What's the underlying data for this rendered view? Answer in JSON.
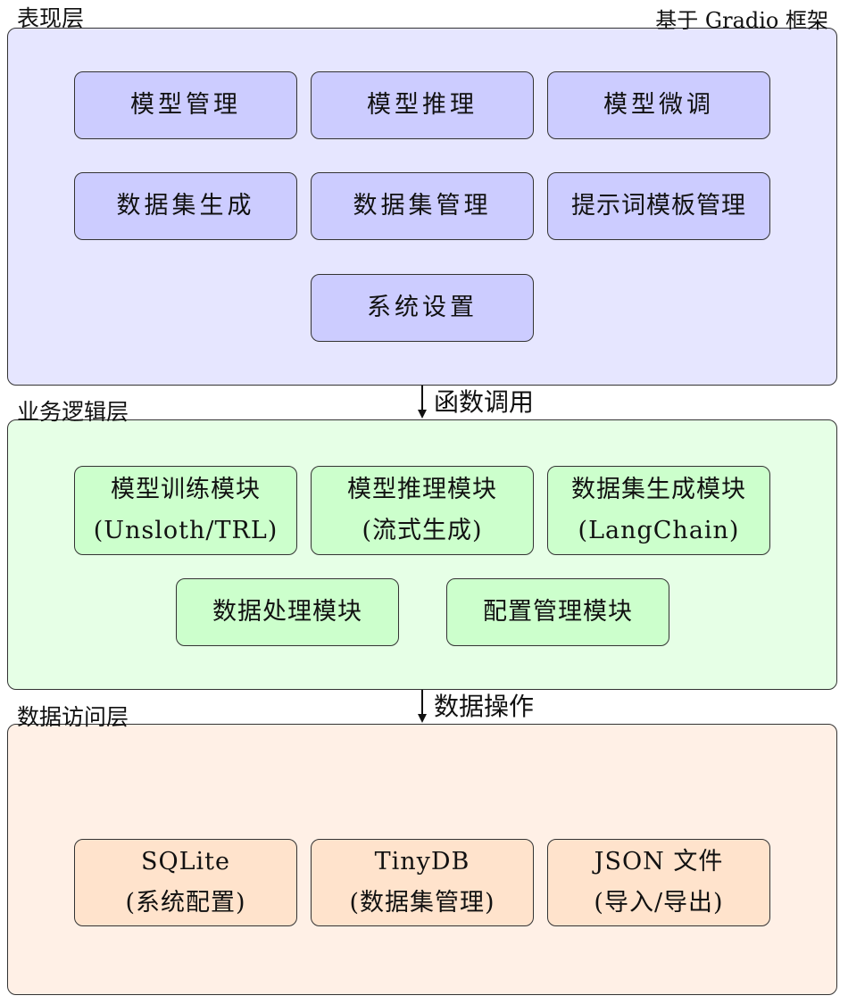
{
  "presentation_layer": {
    "title": "表现层",
    "framework_note": "基于 Gradio 框架",
    "modules": [
      "模型管理",
      "模型推理",
      "模型微调",
      "数据集生成",
      "数据集管理",
      "提示词模板管理",
      "系统设置"
    ],
    "fill_color": "#e6e6ff",
    "box_color": "#ccccff"
  },
  "arrow_1": {
    "label": "函数调用"
  },
  "business_layer": {
    "title": "业务逻辑层",
    "modules": [
      {
        "name": "模型训练模块",
        "detail": "(Unsloth/TRL)"
      },
      {
        "name": "模型推理模块",
        "detail": "(流式生成)"
      },
      {
        "name": "数据集生成模块",
        "detail": "(LangChain)"
      },
      {
        "name": "数据处理模块"
      },
      {
        "name": "配置管理模块"
      }
    ],
    "fill_color": "#e6ffe6",
    "box_color": "#ccffcc"
  },
  "arrow_2": {
    "label": "数据操作"
  },
  "data_layer": {
    "title": "数据访问层",
    "stores": [
      {
        "name": "SQLite",
        "detail": "(系统配置)"
      },
      {
        "name": "TinyDB",
        "detail": "(数据集管理)"
      },
      {
        "name": "JSON 文件",
        "detail": "(导入/导出)"
      }
    ],
    "fill_color": "#fff0e6",
    "box_color": "#ffe3cc"
  }
}
